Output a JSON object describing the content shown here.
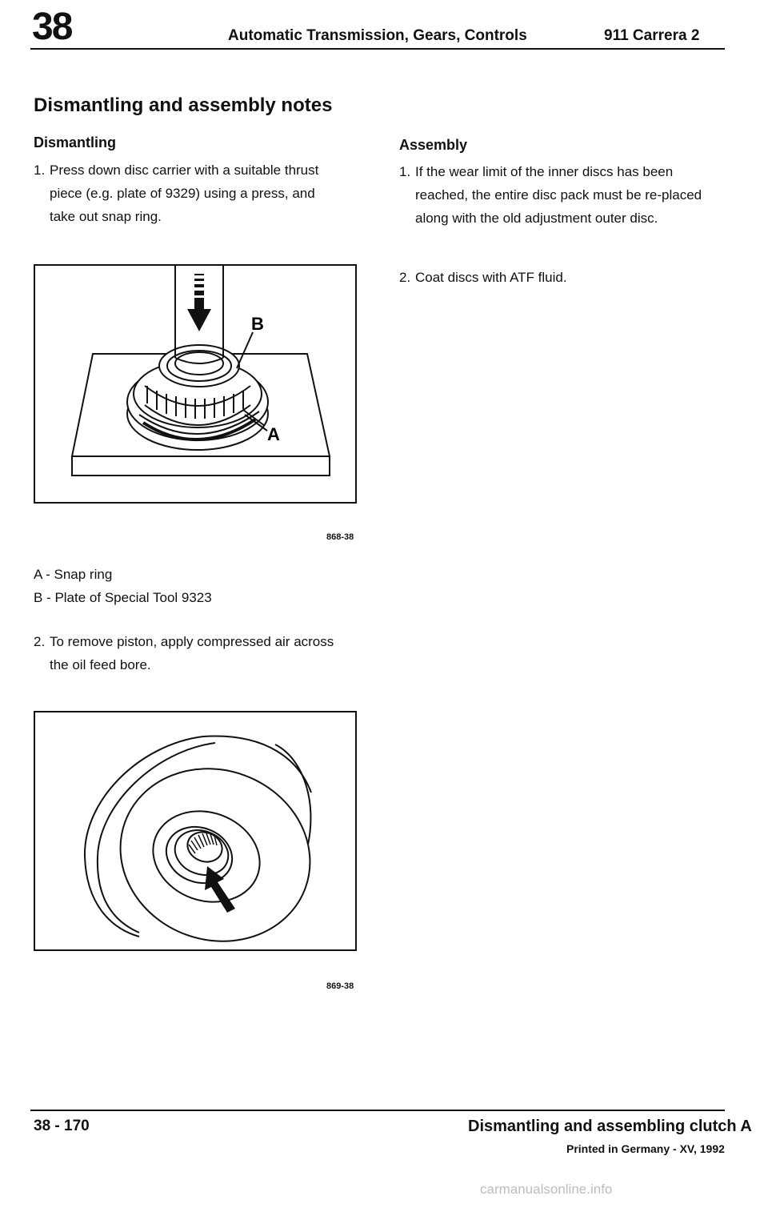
{
  "header": {
    "chapter": "38",
    "title": "Automatic Transmission, Gears, Controls",
    "model": "911 Carrera 2"
  },
  "section_title": "Dismantling and assembly notes",
  "dismantling": {
    "heading": "Dismantling",
    "step1": {
      "num": "1.",
      "text": "Press down disc carrier with a suitable thrust piece (e.g. plate of 9329) using a press, and take out snap ring."
    },
    "figure1": {
      "code": "868-38",
      "label_a": "A",
      "label_b": "B"
    },
    "legend": [
      "A - Snap ring",
      "B - Plate of Special Tool 9323"
    ],
    "step2": {
      "num": "2.",
      "text": "To remove piston, apply compressed air across the oil feed bore."
    },
    "figure2": {
      "code": "869-38"
    }
  },
  "assembly": {
    "heading": "Assembly",
    "step1": {
      "num": "1.",
      "text": "If the wear limit of the inner discs has been reached, the entire disc pack must be re-placed along with the old adjustment outer disc."
    },
    "step2": {
      "num": "2.",
      "text": "Coat discs with ATF fluid."
    }
  },
  "footer": {
    "page": "38 - 170",
    "title": "Dismantling and assembling clutch A",
    "printed": "Printed in Germany - XV, 1992"
  },
  "watermark": "carmanualsonline.info"
}
